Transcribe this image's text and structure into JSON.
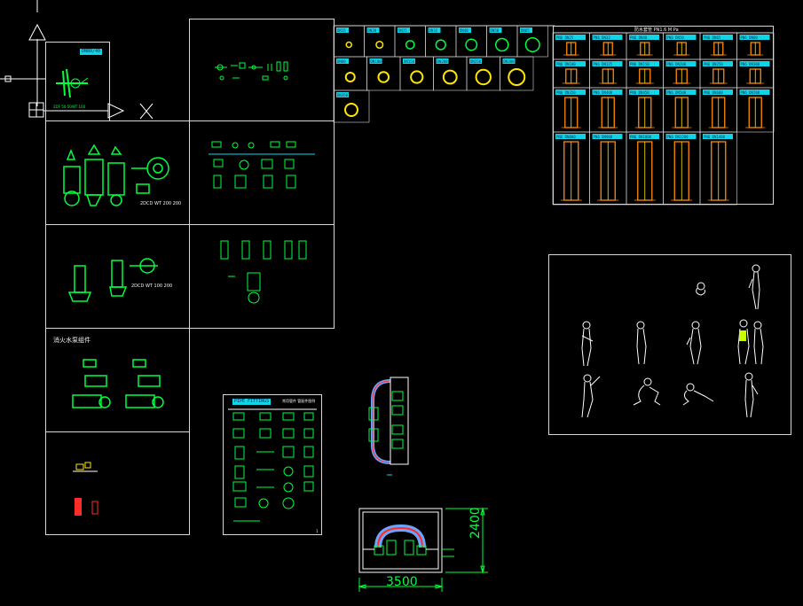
{
  "canvas": {
    "background": "#000000",
    "accent_green": "#00ff3c",
    "accent_cyan": "#11d4e6",
    "accent_orange": "#ff8a00",
    "accent_yellow": "#ffe600",
    "accent_red": "#ff2a2a"
  },
  "ucs": {
    "icon": "ucs-axis-icon",
    "x_label": "X"
  },
  "pump_panel": {
    "tag": "DN80/40",
    "caption": "2DF 50-50WT 100"
  },
  "dn_small": {
    "row1": [
      "DN15",
      "DN20",
      "DN25",
      "DN32",
      "DN40",
      "DN50",
      "DN65"
    ],
    "row2": [
      "DN80",
      "DN100",
      "DN150",
      "DN200",
      "DN250",
      "DN300"
    ],
    "row3": [
      "DN350"
    ]
  },
  "flange_table": {
    "title": "防水套管 PN1.6 M Pa",
    "row1": [
      "PN6 DN25",
      "PN6 DN32",
      "PN6 DN40",
      "PN6 DN50",
      "PN6 DN65",
      "PN6 DN80"
    ],
    "row2": [
      "PN6 DN100",
      "PN6 DN125",
      "PN6 DN150",
      "PN6 DN200",
      "PN6 DN250",
      "PN6 DN300"
    ],
    "row3": [
      "PN6 DN350",
      "PN6 DN400",
      "PN6 DN450",
      "PN6 DN500",
      "PN6 DN600",
      "PN6 DN700"
    ],
    "row4": [
      "PN6 DN800",
      "PN6 DN900",
      "PN6 DN1000",
      "PN6 DN1200",
      "PN6 DN1400"
    ]
  },
  "panel_a": {
    "caption": "2DCD WT 200 200"
  },
  "panel_b": {
    "caption": "2DCD WT 100 200"
  },
  "panel_c": {
    "title": "消火水泵组件"
  },
  "catalog": {
    "header": "PIPE FITTINGS",
    "title": "常用管件 管配件图例",
    "footer": "1"
  },
  "people_panel": {
    "icon": "people-figures-icon"
  },
  "dimensions": {
    "width": "3500",
    "height": "2400"
  }
}
